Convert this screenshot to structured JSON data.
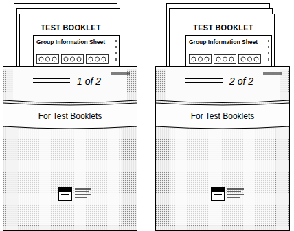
{
  "diagram": {
    "nodes": [
      {
        "text": [
          "TEST BOOKLET"
        ]
      },
      {
        "text": [
          "Group Information Sheet"
        ],
        "in": 0
      },
      {
        "text": [
          "1 of 2"
        ]
      },
      {
        "text": [
          "For Test Booklets"
        ],
        "in": 2
      },
      {
        "text": [
          "TEST BOOKLET"
        ]
      },
      {
        "text": [
          "Group Information Sheet"
        ],
        "in": 4
      },
      {
        "text": [
          "2 of 2"
        ]
      },
      {
        "text": [
          "For Test Booklets"
        ],
        "in": 6
      }
    ]
  }
}
